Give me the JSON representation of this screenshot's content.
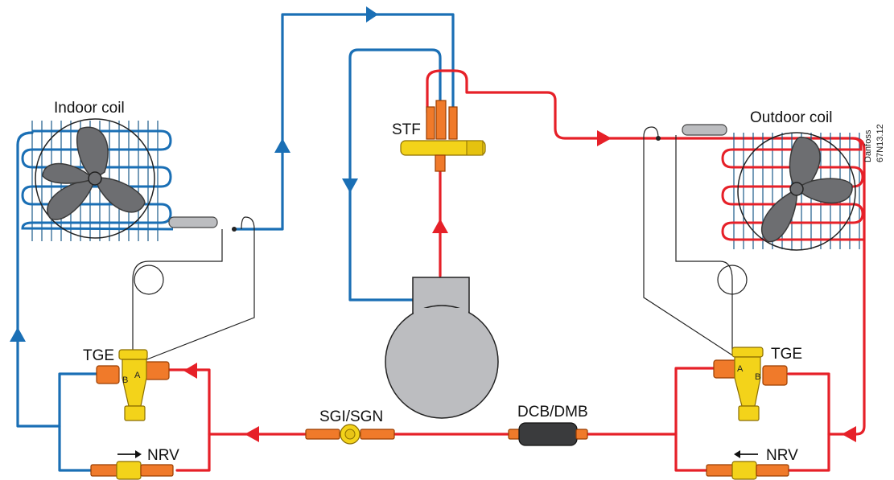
{
  "labels": {
    "indoor_coil": "Indoor coil",
    "outdoor_coil": "Outdoor coil",
    "stf": "STF",
    "tge_left": "TGE",
    "tge_right": "TGE",
    "nrv_left": "NRV",
    "nrv_right": "NRV",
    "sight_glass": "SGI/SGN",
    "filter_drier": "DCB/DMB",
    "brand": "Danfoss",
    "code": "67N13.12",
    "port_a": "A",
    "port_b": "B"
  },
  "colors": {
    "suction_line": "#1a6fb5",
    "discharge_line": "#e62028",
    "compressor": "#bcbdc0",
    "valve_body": "#f3d31a",
    "fitting": "#f07a2a"
  }
}
